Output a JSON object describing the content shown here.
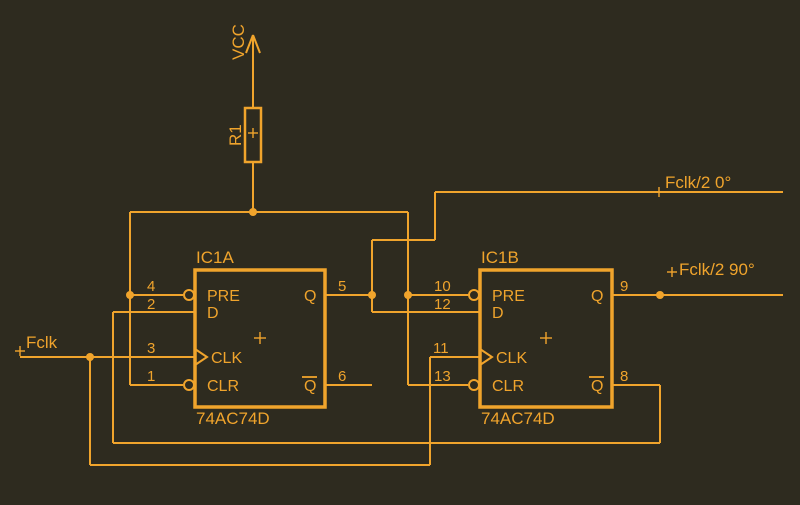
{
  "colors": {
    "background": "#2e2b1f",
    "foreground": "#f0a42c"
  },
  "power": {
    "vcc": "VCC",
    "resistor": "R1"
  },
  "net_flags": {
    "fclk": "Fclk",
    "out_0": "Fclk/2 0°",
    "out_90": "Fclk/2 90°"
  },
  "ic1a": {
    "designator": "IC1A",
    "part_number": "74AC74D",
    "pin_names": {
      "pre": "PRE",
      "d": "D",
      "clk": "CLK",
      "clr": "CLR",
      "q": "Q",
      "qbar": "Q"
    },
    "pin_numbers": {
      "pre": "4",
      "d": "2",
      "clk": "3",
      "clr": "1",
      "q": "5",
      "qbar": "6"
    }
  },
  "ic1b": {
    "designator": "IC1B",
    "part_number": "74AC74D",
    "pin_names": {
      "pre": "PRE",
      "d": "D",
      "clk": "CLK",
      "clr": "CLR",
      "q": "Q",
      "qbar": "Q"
    },
    "pin_numbers": {
      "pre": "10",
      "d": "12",
      "clk": "11",
      "clr": "13",
      "q": "9",
      "qbar": "8"
    }
  }
}
